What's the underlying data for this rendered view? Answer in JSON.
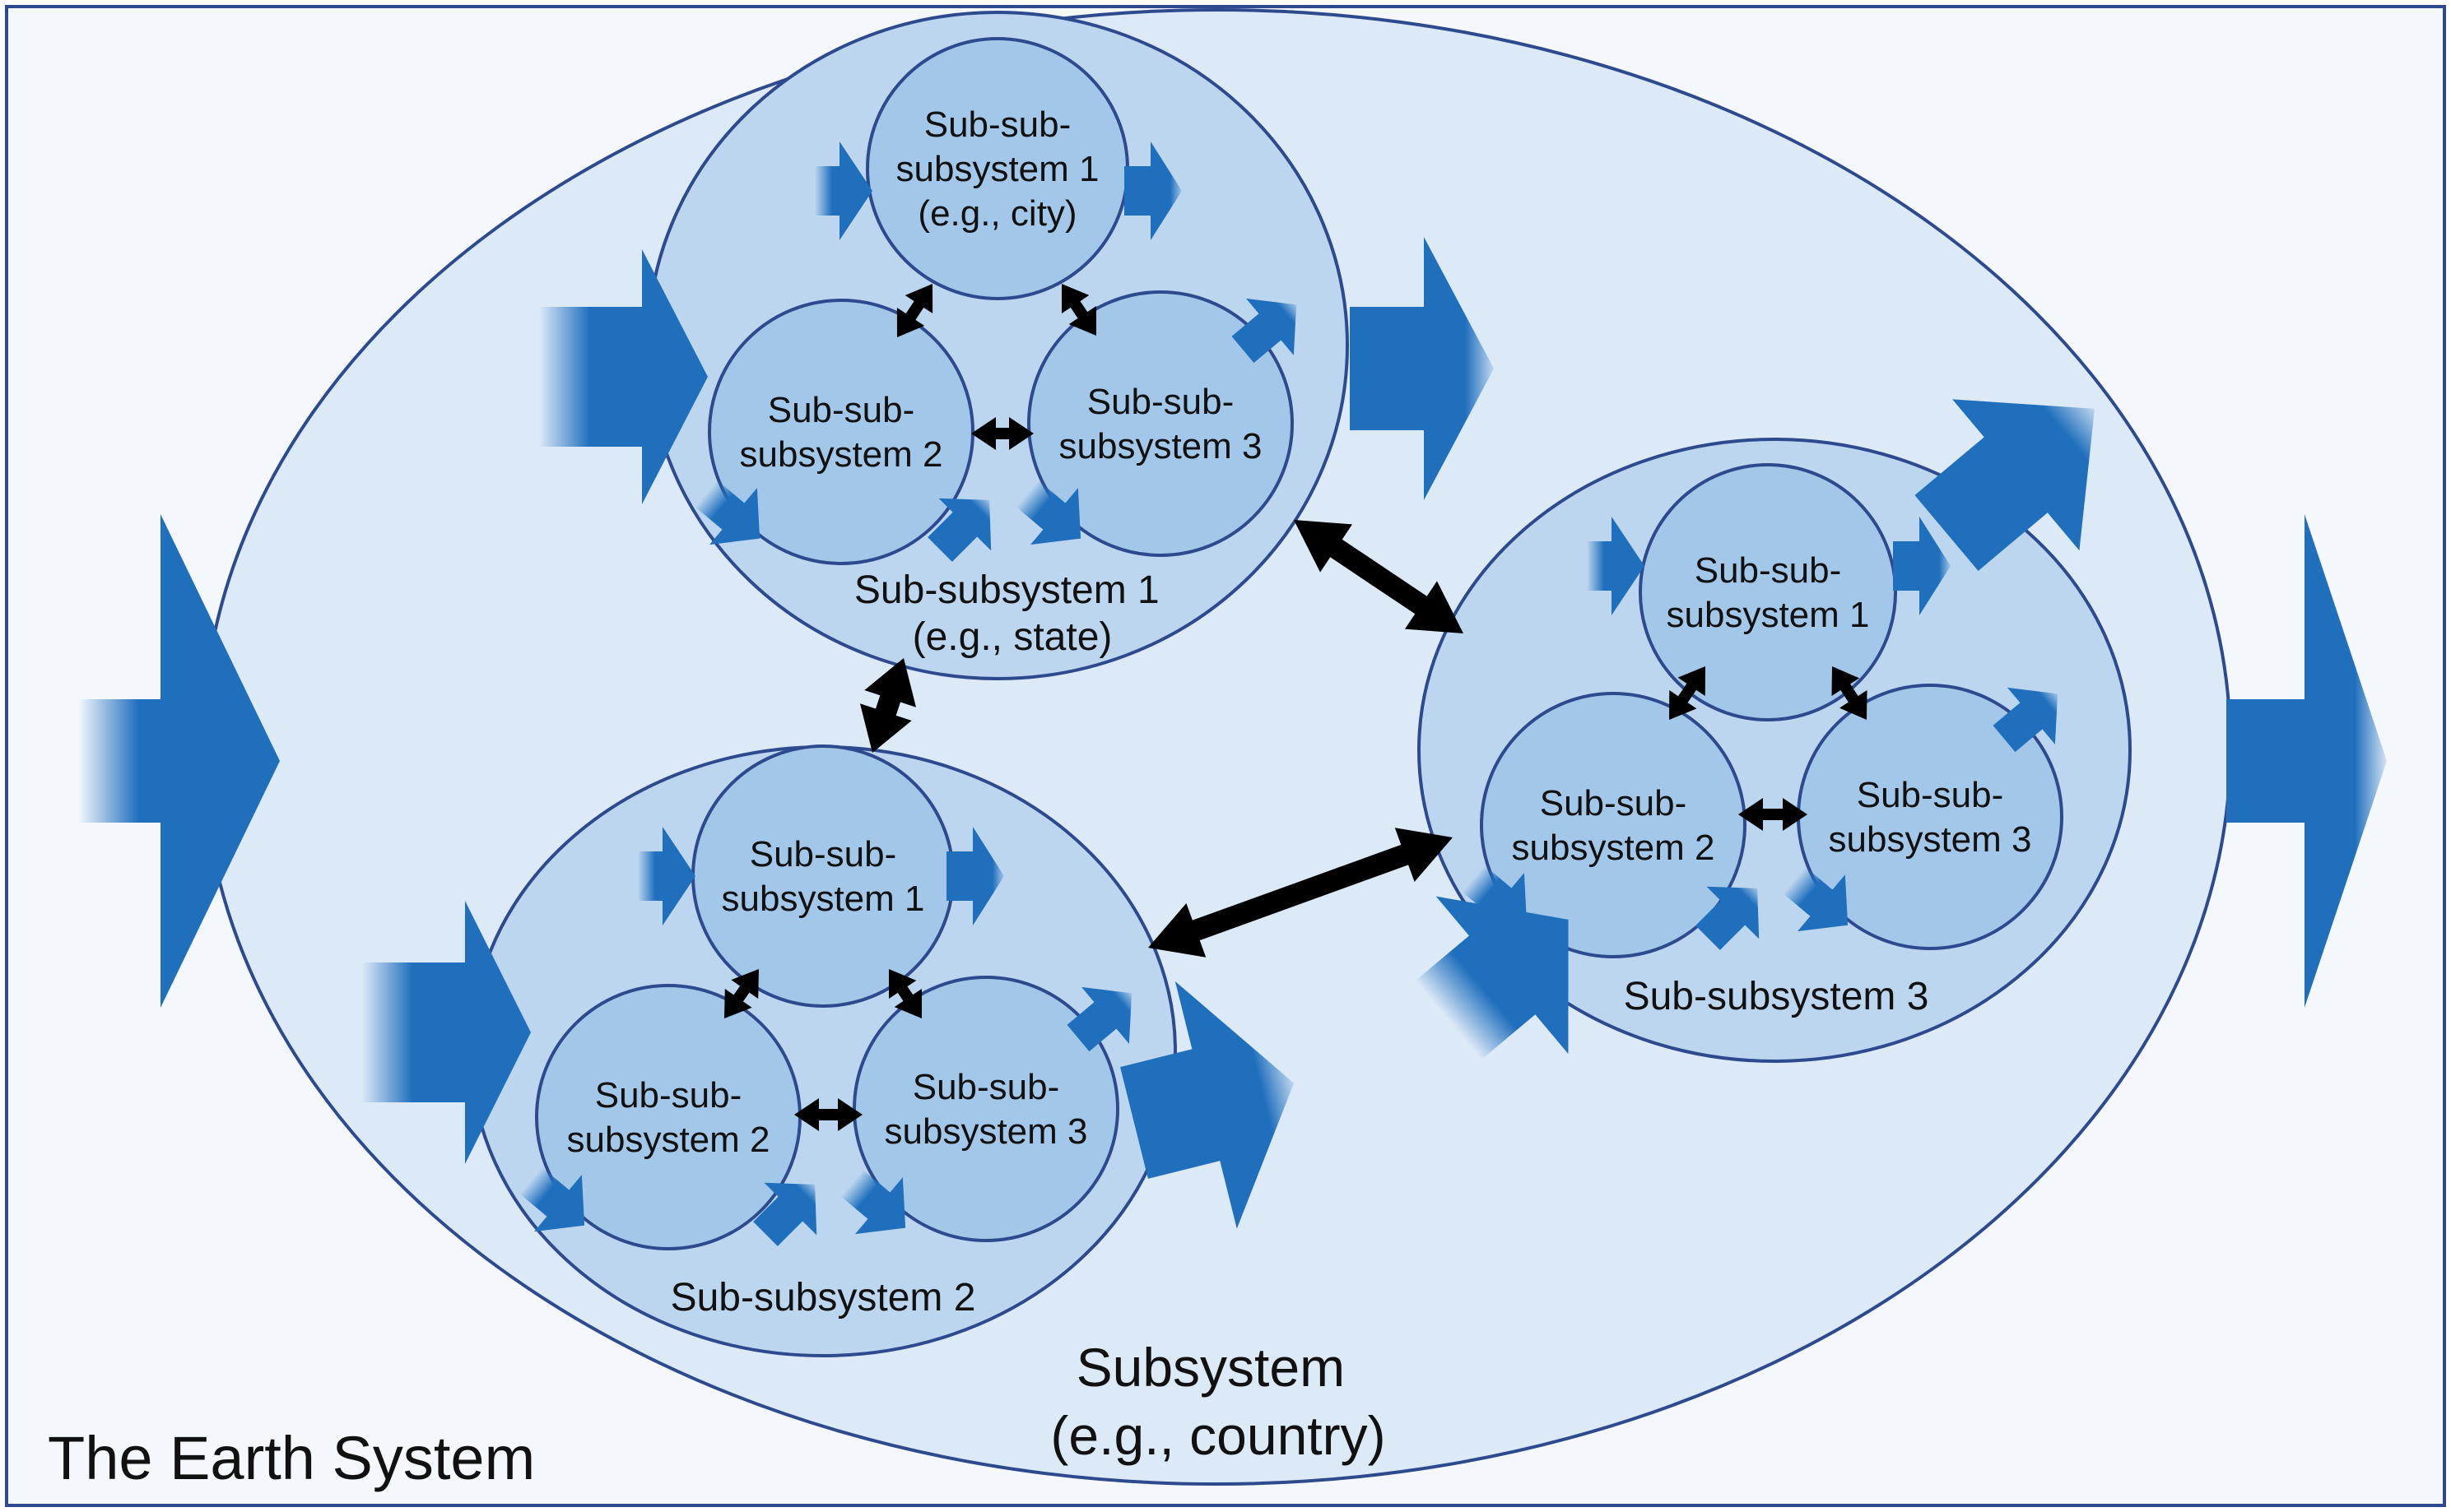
{
  "title": "The Earth System",
  "subsystem": {
    "lines": [
      "Subsystem",
      "(e.g., country)"
    ]
  },
  "subsubsystems": [
    {
      "label_lines": [
        "Sub-subsystem 1",
        "(e.g., state)"
      ],
      "children": [
        {
          "lines": [
            "Sub-sub-",
            "subsystem 1",
            "(e.g., city)"
          ]
        },
        {
          "lines": [
            "Sub-sub-",
            "subsystem 2"
          ]
        },
        {
          "lines": [
            "Sub-sub-",
            "subsystem 3"
          ]
        }
      ]
    },
    {
      "label_lines": [
        "Sub-subsystem 2"
      ],
      "children": [
        {
          "lines": [
            "Sub-sub-",
            "subsystem 1"
          ]
        },
        {
          "lines": [
            "Sub-sub-",
            "subsystem 2"
          ]
        },
        {
          "lines": [
            "Sub-sub-",
            "subsystem 3"
          ]
        }
      ]
    },
    {
      "label_lines": [
        "Sub-subsystem 3"
      ],
      "children": [
        {
          "lines": [
            "Sub-sub-",
            "subsystem 1"
          ]
        },
        {
          "lines": [
            "Sub-sub-",
            "subsystem 2"
          ]
        },
        {
          "lines": [
            "Sub-sub-",
            "subsystem 3"
          ]
        }
      ]
    }
  ],
  "colors": {
    "border": "#2e4a8e",
    "background": "#f4f8fc",
    "subsystem_fill": "#dce9f7",
    "subsubsystem_fill": "#bcd6ef",
    "subsubsub_fill": "#a3c7e9",
    "flow_arrow": "#1f6fbd",
    "link_arrow": "#000000"
  }
}
